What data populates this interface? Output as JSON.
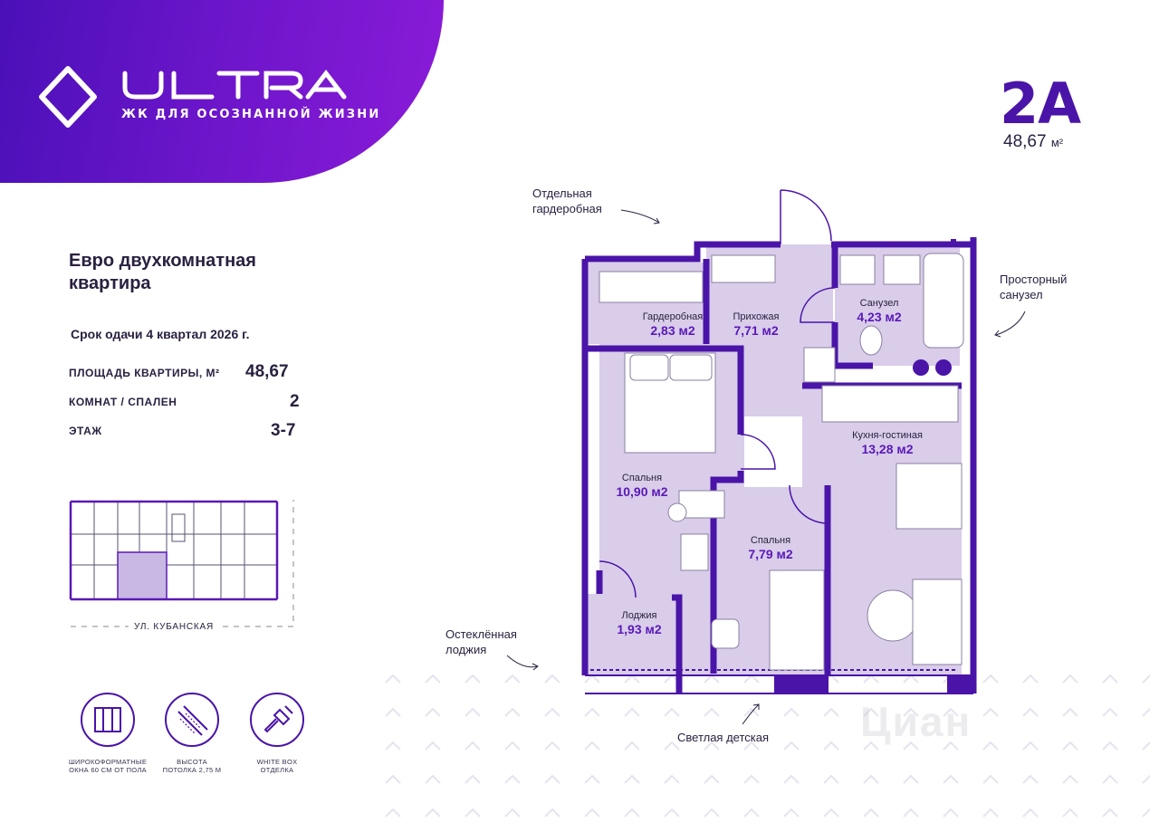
{
  "brand": {
    "name": "ULTRA",
    "tagline": "ЖК ДЛЯ ОСОЗНАННОЙ ЖИЗНИ",
    "gradient_start": "#4a10b8",
    "gradient_end": "#8b1bd8"
  },
  "unit": {
    "name": "2А",
    "area": "48,67",
    "area_unit": "м²"
  },
  "apartment": {
    "title_line1": "Евро двухкомнатная",
    "title_line2": "квартира",
    "deadline": "Срок одачи 4 квартал 2026 г."
  },
  "specs": [
    {
      "label": "ПЛОЩАДЬ КВАРТИРЫ, М²",
      "value": "48,67"
    },
    {
      "label": "КОМНАТ / СПАЛЕН",
      "value": "2"
    },
    {
      "label": "ЭТАЖ",
      "value": "3-7"
    }
  ],
  "street": "УЛ. КУБАНСКАЯ",
  "features": [
    {
      "icon": "window-icon",
      "line1": "ШИРОКОФОРМАТНЫЕ",
      "line2": "ОКНА 60 СМ ОТ ПОЛА"
    },
    {
      "icon": "ceiling-height-icon",
      "line1": "ВЫСОТА",
      "line2": "ПОТОЛКА 2,75 М"
    },
    {
      "icon": "paint-brush-icon",
      "line1": "WHITE BOX",
      "line2": "ОТДЕЛКА"
    }
  ],
  "annotations": {
    "wardrobe_l1": "Отдельная",
    "wardrobe_l2": "гардеробная",
    "bathroom_l1": "Просторный",
    "bathroom_l2": "санузел",
    "loggia_l1": "Остеклённая",
    "loggia_l2": "лоджия",
    "kids": "Светлая детская"
  },
  "rooms": [
    {
      "name": "Гардеробная",
      "area": "2,83 м2"
    },
    {
      "name": "Прихожая",
      "area": "7,71 м2"
    },
    {
      "name": "Санузел",
      "area": "4,23 м2"
    },
    {
      "name": "Кухня-гостиная",
      "area": "13,28  м2"
    },
    {
      "name": "Спальня",
      "area": "10,90 м2"
    },
    {
      "name": "Спальня",
      "area": "7,79 м2"
    },
    {
      "name": "Лоджия",
      "area": "1,93 м2"
    }
  ],
  "watermark": "Циан",
  "colors": {
    "accent": "#5a18b8",
    "room_fill": "#d9cdea",
    "wall": "#4a14a8"
  }
}
